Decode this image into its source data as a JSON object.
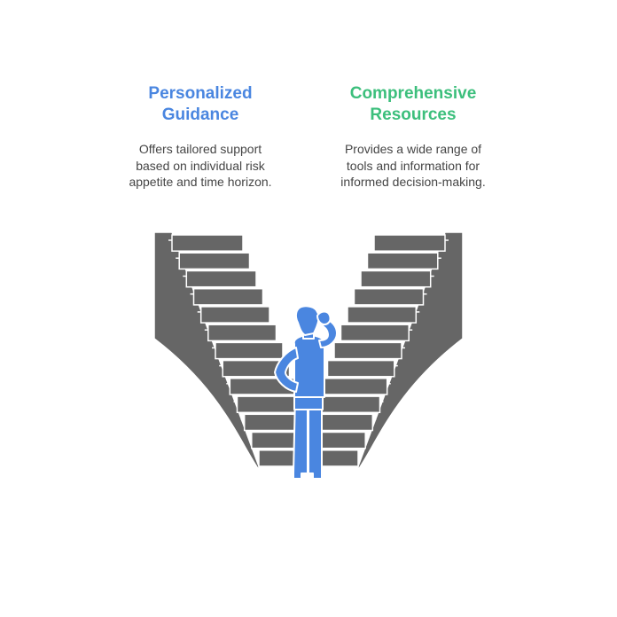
{
  "colors": {
    "left_accent": "#4a86e0",
    "right_accent": "#3cbf7c",
    "stairs": "#666666",
    "stair_edge": "#ffffff",
    "figure": "#4a86e0",
    "figure_outline": "#ffffff"
  },
  "options": [
    {
      "title_line1": "Personalized",
      "title_line2": "Guidance",
      "description": "Offers tailored support based on individual risk appetite and time horizon."
    },
    {
      "title_line1": "Comprehensive",
      "title_line2": "Resources",
      "description": "Provides a wide range of tools and information for informed decision-making."
    }
  ],
  "icons": {
    "left_staircase": "staircase-icon",
    "right_staircase": "staircase-icon",
    "person": "confused-person-icon"
  }
}
